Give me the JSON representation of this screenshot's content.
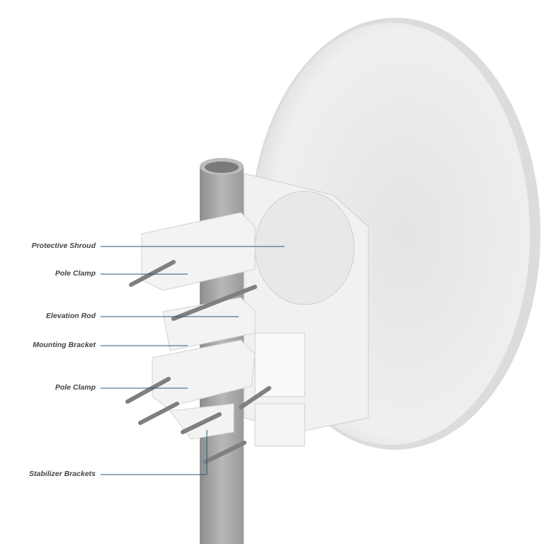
{
  "title": "Antenna pole mounting components",
  "labels": {
    "protective_shroud": "Protective Shroud",
    "pole_clamp_upper": "Pole Clamp",
    "elevation_rod": "Elevation Rod",
    "mounting_bracket": "Mounting Bracket",
    "pole_clamp_lower": "Pole Clamp",
    "stabilizer_brackets": "Stabilizer Brackets"
  },
  "colors": {
    "leader_line": "#2a5a7a",
    "label_text": "#444444",
    "dish": "#ececec",
    "pole": "#a9a9a9"
  }
}
